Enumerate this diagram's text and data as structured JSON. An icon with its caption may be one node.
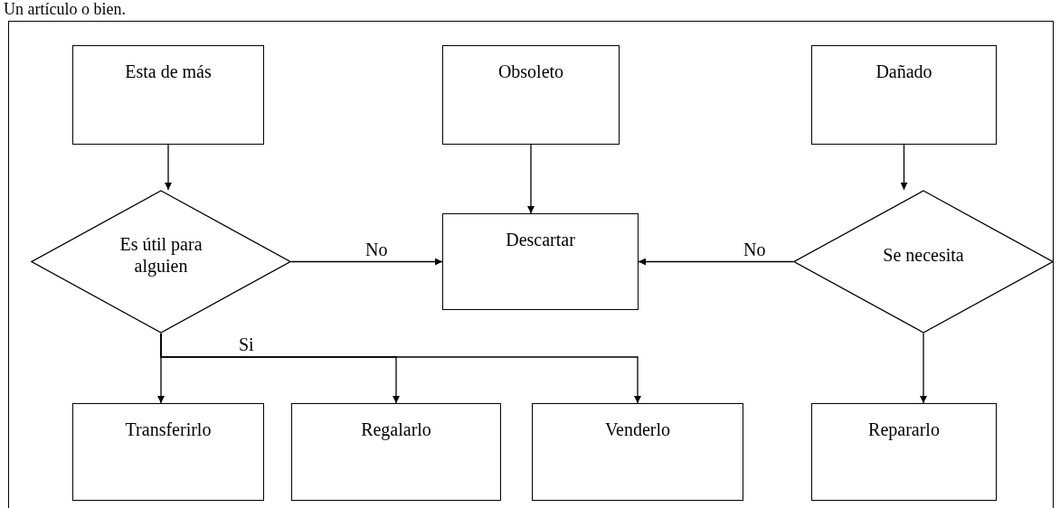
{
  "diagram": {
    "nodes": [
      {
        "text": [
          "Esta de más"
        ]
      },
      {
        "text": [
          "Obsoleto"
        ]
      },
      {
        "text": [
          "Dañado"
        ]
      },
      {
        "text": [
          "Es útil para alguien"
        ]
      },
      {
        "text": [
          "Descartar"
        ]
      },
      {
        "text": [
          "Se necesita"
        ]
      },
      {
        "text": [
          "Transferirlo"
        ]
      },
      {
        "text": [
          "Regalarlo"
        ]
      },
      {
        "text": [
          "Venderlo"
        ]
      },
      {
        "text": [
          "Repararlo"
        ]
      }
    ],
    "edges": [
      {
        "from": 0,
        "to": 3,
        "arrow": "to"
      },
      {
        "from": 1,
        "to": 4,
        "arrow": "to"
      },
      {
        "from": 2,
        "to": 5,
        "arrow": "to"
      },
      {
        "from": 3,
        "to": 4,
        "arrow": "to",
        "label": "No"
      },
      {
        "from": 5,
        "to": 4,
        "arrow": "to",
        "label": "No"
      },
      {
        "from": 3,
        "to": 6,
        "arrow": "to"
      },
      {
        "from": 3,
        "to": 7,
        "arrow": "to",
        "label": "Si"
      },
      {
        "from": 3,
        "to": 8,
        "arrow": "to"
      },
      {
        "from": 5,
        "to": 9,
        "arrow": "to"
      }
    ],
    "labels": [
      "Un artículo o bien."
    ]
  }
}
